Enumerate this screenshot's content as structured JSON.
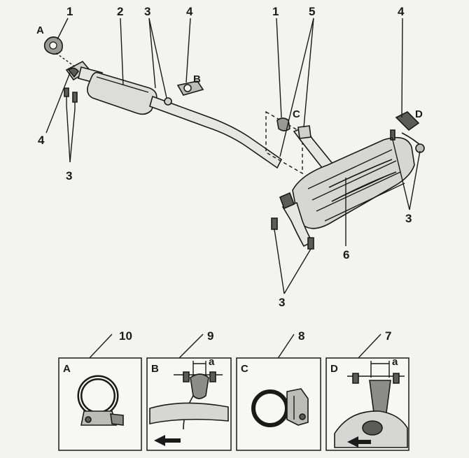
{
  "callouts": {
    "n1a": "1",
    "n2": "2",
    "n3a": "3",
    "n4a": "4",
    "n4b": "4",
    "n3b": "3",
    "n1b": "1",
    "n5": "5",
    "n4c": "4",
    "n3c": "3",
    "n6": "6",
    "n3d": "3",
    "n10": "10",
    "n9": "9",
    "n8": "8",
    "n7": "7"
  },
  "letters": {
    "main_a": "A",
    "main_b": "B",
    "main_c": "C",
    "main_d": "D",
    "inset_a": "A",
    "inset_b": "B",
    "inset_c": "C",
    "inset_d": "D"
  },
  "dimension_label": "a",
  "colors": {
    "ink": "#1a1a1a",
    "paper": "#f3f3f0",
    "part_fill": "#d8d8d4",
    "part_dark": "#8c8c88"
  }
}
